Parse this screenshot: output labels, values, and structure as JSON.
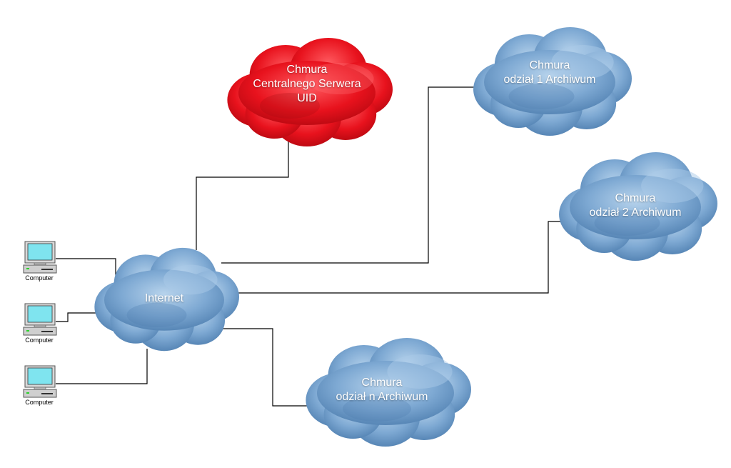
{
  "clouds": {
    "central": {
      "lines": [
        "Chmura",
        "Centralnego Serwera",
        "UID"
      ]
    },
    "branch1": {
      "lines": [
        "Chmura",
        "odział  1 Archiwum"
      ]
    },
    "branch2": {
      "lines": [
        "Chmura",
        "odział  2 Archiwum"
      ]
    },
    "branchn": {
      "lines": [
        "Chmura",
        "odział  n Archiwum"
      ]
    },
    "internet": {
      "lines": [
        "Internet"
      ]
    }
  },
  "computers": [
    {
      "label": "Computer"
    },
    {
      "label": "Computer"
    },
    {
      "label": "Computer"
    }
  ],
  "colors": {
    "central_cloud": "#e1141e",
    "archive_cloud": "#6f9fcc",
    "link": "#000000",
    "screen": "#7fe4ef"
  }
}
